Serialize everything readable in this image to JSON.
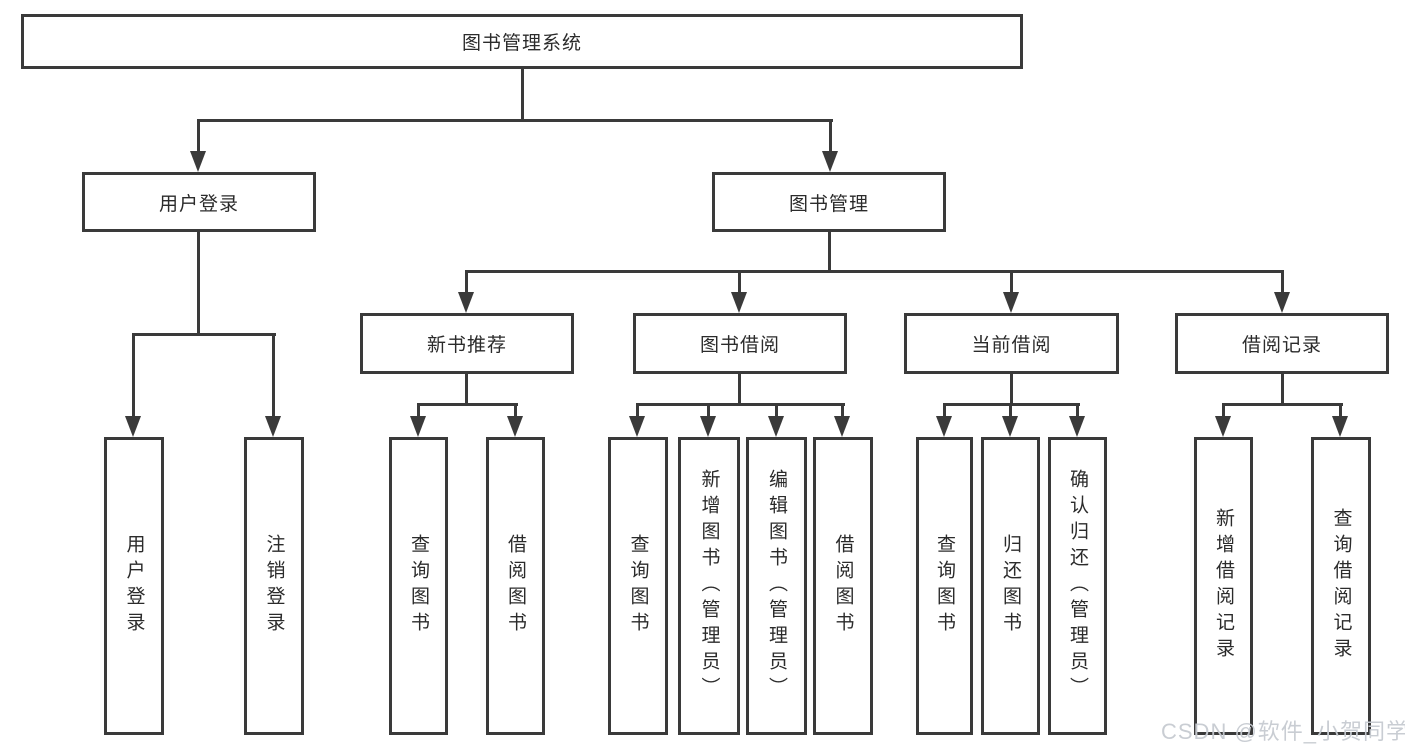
{
  "diagram": {
    "type": "hierarchy-tree",
    "line_color": "#3a3a3a",
    "text_color": "#2b2b2b",
    "box_background": "#ffffff",
    "root": {
      "label": "图书管理系统"
    },
    "level2": [
      {
        "id": "user-login",
        "label": "用户登录",
        "parent": "图书管理系统"
      },
      {
        "id": "book-management",
        "label": "图书管理",
        "parent": "图书管理系统"
      }
    ],
    "level3": [
      {
        "id": "new-book-recommend",
        "label": "新书推荐",
        "parent": "图书管理"
      },
      {
        "id": "book-borrow",
        "label": "图书借阅",
        "parent": "图书管理"
      },
      {
        "id": "current-borrow",
        "label": "当前借阅",
        "parent": "图书管理"
      },
      {
        "id": "borrow-records",
        "label": "借阅记录",
        "parent": "图书管理"
      }
    ],
    "leaves": [
      {
        "label": "用户登录",
        "parent": "用户登录"
      },
      {
        "label": "注销登录",
        "parent": "用户登录"
      },
      {
        "label": "查询图书",
        "parent": "新书推荐"
      },
      {
        "label": "借阅图书",
        "parent": "新书推荐"
      },
      {
        "label": "查询图书",
        "parent": "图书借阅"
      },
      {
        "label": "新增图书（管理员）",
        "parent": "图书借阅"
      },
      {
        "label": "编辑图书（管理员）",
        "parent": "图书借阅"
      },
      {
        "label": "借阅图书",
        "parent": "图书借阅"
      },
      {
        "label": "查询图书",
        "parent": "当前借阅"
      },
      {
        "label": "归还图书",
        "parent": "当前借阅"
      },
      {
        "label": "确认归还（管理员）",
        "parent": "当前借阅"
      },
      {
        "label": "新增借阅记录",
        "parent": "借阅记录"
      },
      {
        "label": "查询借阅记录",
        "parent": "借阅记录"
      }
    ]
  },
  "watermark": {
    "text": "CSDN @软件_小贺同学",
    "color": "#c7cbd1"
  }
}
